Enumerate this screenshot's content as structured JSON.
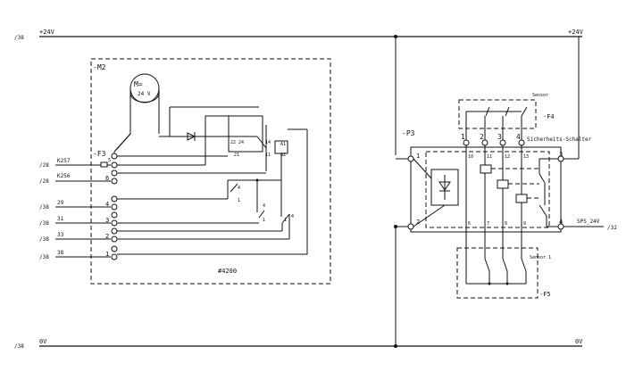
{
  "rails": {
    "top_ref": "/38",
    "top_label": "+24V",
    "top_right_label": "+24V",
    "bottom_ref": "/38",
    "bottom_label": "0V",
    "bottom_right_label": "0V"
  },
  "motor_module": {
    "name": "-M2",
    "motor_label": "M=",
    "motor_voltage": "24 V",
    "fuse": "-F3",
    "part_number": "#4200",
    "relay_label_a1": "A1",
    "relay_label_a2": "A2",
    "contact_numbers": {
      "c22": "22",
      "c24": "24",
      "c21": "21",
      "c14": "14",
      "c11": "11",
      "c4": "4",
      "c1": "1",
      "c4b": "4",
      "c1b": "1",
      "c1c": "1",
      "c4c": "4"
    },
    "inputs": [
      {
        "ref": "/28",
        "signal": "K257",
        "terminal": "5"
      },
      {
        "ref": "/28",
        "signal": "K256",
        "terminal": "6"
      },
      {
        "ref": "/38",
        "signal": "29",
        "terminal": "4"
      },
      {
        "ref": "/38",
        "signal": "31",
        "terminal": "3"
      },
      {
        "ref": "/38",
        "signal": "33",
        "terminal": "2"
      },
      {
        "ref": "/38",
        "signal": "38",
        "terminal": "1"
      }
    ]
  },
  "safety_module": {
    "name": "-P3",
    "switch_name": "Sicherheits-Schalter",
    "f4_name": "-F4",
    "f4_label": "Sensor",
    "f5_name": "-F5",
    "f5_label": "Sensor 1",
    "top_terminals": [
      "1",
      "2",
      "3",
      "4"
    ],
    "inner_top": [
      "10",
      "11",
      "12",
      "13"
    ],
    "inner_bottom": [
      "6",
      "7",
      "8",
      "9"
    ],
    "side_terminals": {
      "t1": "1",
      "t2": "2",
      "t3": "3",
      "t4": "4"
    },
    "output_signal": "SPS_24V",
    "output_ref": "/32"
  }
}
